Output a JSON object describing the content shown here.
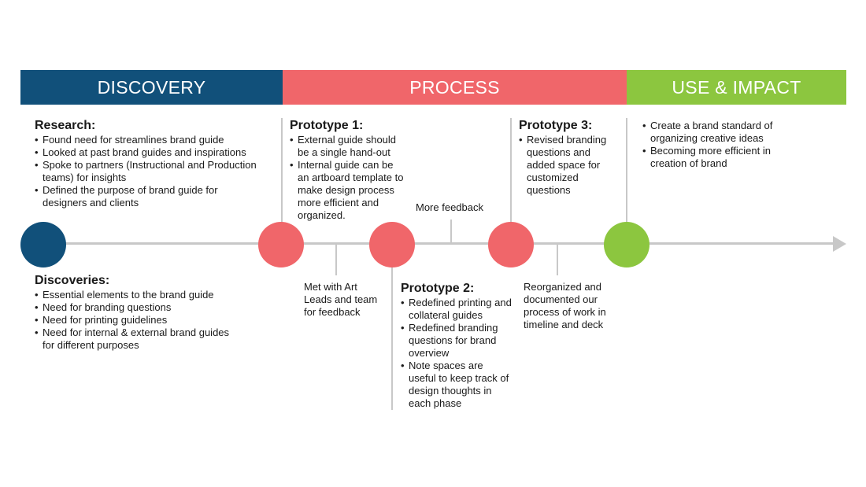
{
  "bands": {
    "discovery": "DISCOVERY",
    "process": "PROCESS",
    "impact": "USE & IMPACT"
  },
  "colors": {
    "discovery": "#11507a",
    "process": "#f0666a",
    "impact": "#8cc63f",
    "line": "#c8c8c8"
  },
  "research": {
    "title": "Research:",
    "items": [
      "Found need for streamlines brand guide",
      "Looked at past brand guides and inspirations",
      "Spoke to partners (Instructional and Production teams) for insights",
      "Defined the purpose of brand guide for designers and clients"
    ]
  },
  "discoveries": {
    "title": "Discoveries:",
    "items": [
      "Essential elements to the brand guide",
      "Need for branding questions",
      "Need for printing guidelines",
      "Need for internal & external brand guides for different purposes"
    ]
  },
  "prototype1": {
    "title": "Prototype 1:",
    "items": [
      "External guide should be a single hand-out",
      "Internal guide can be an artboard template to make design process more efficient and organized."
    ]
  },
  "prototype2": {
    "title": "Prototype 2:",
    "items": [
      "Redefined printing and collateral guides",
      "Redefined branding questions for brand overview",
      "Note spaces are useful to keep track of design thoughts in each phase"
    ]
  },
  "prototype3": {
    "title": "Prototype 3:",
    "items": [
      "Revised branding questions and added space for customized questions"
    ]
  },
  "impact": {
    "items": [
      "Create a brand standard of organizing creative ideas",
      "Becoming more efficient in creation of brand"
    ]
  },
  "notes": {
    "met_art_leads": "Met with Art Leads and team for feedback",
    "more_feedback": "More feedback",
    "reorganized": "Reorganized and documented our process of work in timeline and deck"
  }
}
